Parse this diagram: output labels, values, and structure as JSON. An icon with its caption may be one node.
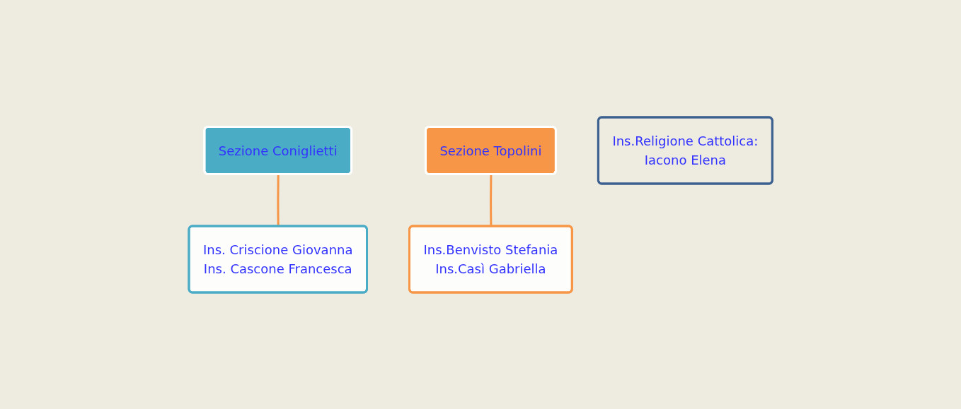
{
  "diagram": {
    "nodes": [
      {
        "text": [
          "Sezione Coniglietti"
        ]
      },
      {
        "text": [
          "Ins. Criscione Giovanna",
          "Ins. Cascone Francesca"
        ]
      },
      {
        "text": [
          "Sezione Topolini"
        ]
      },
      {
        "text": [
          "Ins.Benvisto Stefania",
          "Ins.Casì Gabriella"
        ]
      },
      {
        "text": [
          "Ins.Religione Cattolica:",
          "Iacono Elena"
        ]
      }
    ],
    "edges": [
      {
        "from": 0,
        "to": 1,
        "arrow": "none"
      },
      {
        "from": 2,
        "to": 3,
        "arrow": "none"
      }
    ]
  }
}
